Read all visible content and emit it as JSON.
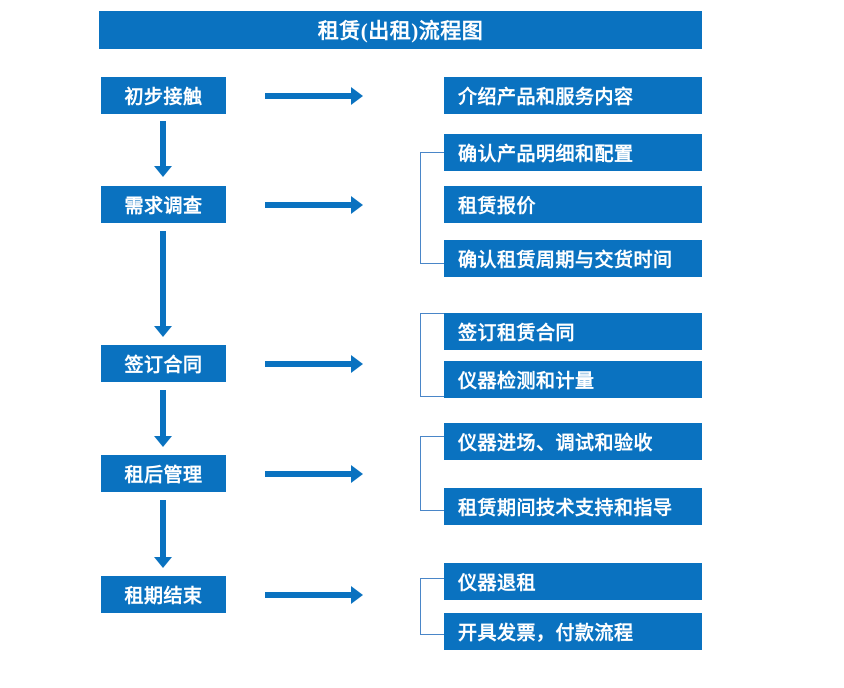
{
  "title": "租赁(出租)流程图",
  "theme": {
    "box_fill": "#0a72c0",
    "box_text": "#ffffff",
    "arrow_color": "#0a72c0",
    "bracket_color": "#4a86c8",
    "background": "#ffffff"
  },
  "stages": [
    {
      "label": "初步接触"
    },
    {
      "label": "需求调查"
    },
    {
      "label": "签订合同"
    },
    {
      "label": "租后管理"
    },
    {
      "label": "租期结束"
    }
  ],
  "details": {
    "group1": [
      {
        "label": "介绍产品和服务内容"
      }
    ],
    "group2": [
      {
        "label": "确认产品明细和配置"
      },
      {
        "label": "租赁报价"
      },
      {
        "label": "确认租赁周期与交货时间"
      }
    ],
    "group3": [
      {
        "label": "签订租赁合同"
      },
      {
        "label": "仪器检测和计量"
      }
    ],
    "group4": [
      {
        "label": "仪器进场、调试和验收"
      },
      {
        "label": "租赁期间技术支持和指导"
      }
    ],
    "group5": [
      {
        "label": "仪器退租"
      },
      {
        "label": "开具发票，付款流程"
      }
    ]
  },
  "connectors": {
    "horizontal_arrows": 5,
    "vertical_arrows": 4,
    "brackets": 4
  }
}
